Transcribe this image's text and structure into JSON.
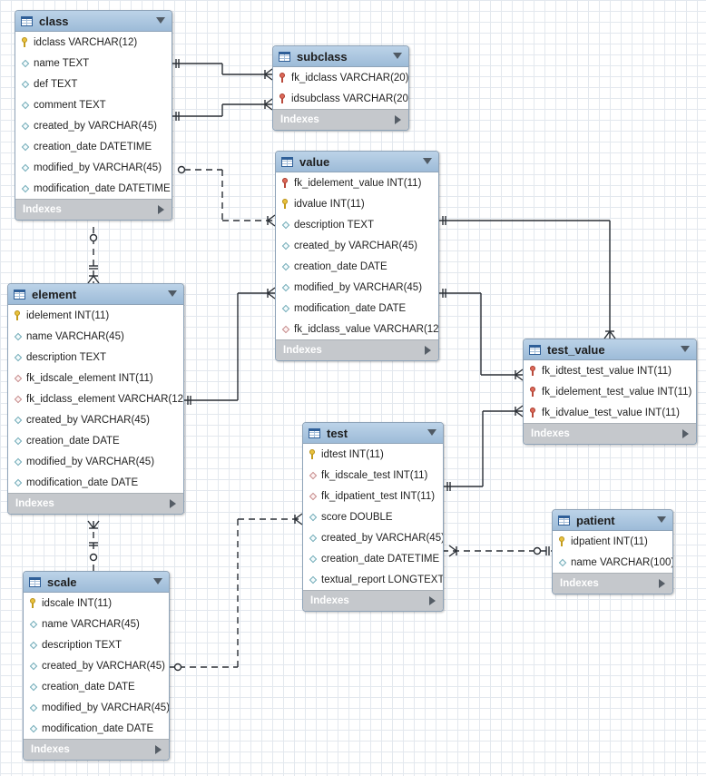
{
  "footer_label": "Indexes",
  "tables": {
    "class": {
      "name": "class",
      "columns": [
        {
          "text": "idclass VARCHAR(12)",
          "icon": "primary-key-icon"
        },
        {
          "text": "name TEXT",
          "icon": "column-icon"
        },
        {
          "text": "def TEXT",
          "icon": "column-icon"
        },
        {
          "text": "comment TEXT",
          "icon": "column-icon"
        },
        {
          "text": "created_by VARCHAR(45)",
          "icon": "column-icon"
        },
        {
          "text": "creation_date DATETIME",
          "icon": "column-icon"
        },
        {
          "text": "modified_by VARCHAR(45)",
          "icon": "column-icon"
        },
        {
          "text": "modification_date DATETIME",
          "icon": "column-icon"
        }
      ]
    },
    "subclass": {
      "name": "subclass",
      "columns": [
        {
          "text": "fk_idclass VARCHAR(20)",
          "icon": "foreign-primary-key-icon"
        },
        {
          "text": "idsubclass VARCHAR(20)",
          "icon": "foreign-primary-key-icon"
        }
      ]
    },
    "value": {
      "name": "value",
      "columns": [
        {
          "text": "fk_idelement_value INT(11)",
          "icon": "foreign-primary-key-icon"
        },
        {
          "text": "idvalue INT(11)",
          "icon": "primary-key-icon"
        },
        {
          "text": "description TEXT",
          "icon": "column-icon"
        },
        {
          "text": "created_by VARCHAR(45)",
          "icon": "column-icon"
        },
        {
          "text": "creation_date DATE",
          "icon": "column-icon"
        },
        {
          "text": "modified_by VARCHAR(45)",
          "icon": "column-icon"
        },
        {
          "text": "modification_date DATE",
          "icon": "column-icon"
        },
        {
          "text": "fk_idclass_value VARCHAR(12)",
          "icon": "foreign-key-icon"
        }
      ]
    },
    "element": {
      "name": "element",
      "columns": [
        {
          "text": "idelement INT(11)",
          "icon": "primary-key-icon"
        },
        {
          "text": "name VARCHAR(45)",
          "icon": "column-icon"
        },
        {
          "text": "description TEXT",
          "icon": "column-icon"
        },
        {
          "text": "fk_idscale_element INT(11)",
          "icon": "foreign-key-icon"
        },
        {
          "text": "fk_idclass_element VARCHAR(12)",
          "icon": "foreign-key-icon"
        },
        {
          "text": "created_by VARCHAR(45)",
          "icon": "column-icon"
        },
        {
          "text": "creation_date DATE",
          "icon": "column-icon"
        },
        {
          "text": "modified_by VARCHAR(45)",
          "icon": "column-icon"
        },
        {
          "text": "modification_date DATE",
          "icon": "column-icon"
        }
      ]
    },
    "test_value": {
      "name": "test_value",
      "columns": [
        {
          "text": "fk_idtest_test_value INT(11)",
          "icon": "foreign-primary-key-icon"
        },
        {
          "text": "fk_idelement_test_value INT(11)",
          "icon": "foreign-primary-key-icon"
        },
        {
          "text": "fk_idvalue_test_value INT(11)",
          "icon": "foreign-primary-key-icon"
        }
      ]
    },
    "test": {
      "name": "test",
      "columns": [
        {
          "text": "idtest INT(11)",
          "icon": "primary-key-icon"
        },
        {
          "text": "fk_idscale_test INT(11)",
          "icon": "foreign-key-icon"
        },
        {
          "text": "fk_idpatient_test INT(11)",
          "icon": "foreign-key-icon"
        },
        {
          "text": "score DOUBLE",
          "icon": "column-icon"
        },
        {
          "text": "created_by VARCHAR(45)",
          "icon": "column-icon"
        },
        {
          "text": "creation_date DATETIME",
          "icon": "column-icon"
        },
        {
          "text": "textual_report LONGTEXT",
          "icon": "column-icon"
        }
      ]
    },
    "patient": {
      "name": "patient",
      "columns": [
        {
          "text": "idpatient INT(11)",
          "icon": "primary-key-icon"
        },
        {
          "text": "name VARCHAR(100)",
          "icon": "column-icon"
        }
      ]
    },
    "scale": {
      "name": "scale",
      "columns": [
        {
          "text": "idscale INT(11)",
          "icon": "primary-key-icon"
        },
        {
          "text": "name VARCHAR(45)",
          "icon": "column-icon"
        },
        {
          "text": "description TEXT",
          "icon": "column-icon"
        },
        {
          "text": "created_by VARCHAR(45)",
          "icon": "column-icon"
        },
        {
          "text": "creation_date DATE",
          "icon": "column-icon"
        },
        {
          "text": "modified_by VARCHAR(45)",
          "icon": "column-icon"
        },
        {
          "text": "modification_date DATE",
          "icon": "column-icon"
        }
      ]
    }
  }
}
